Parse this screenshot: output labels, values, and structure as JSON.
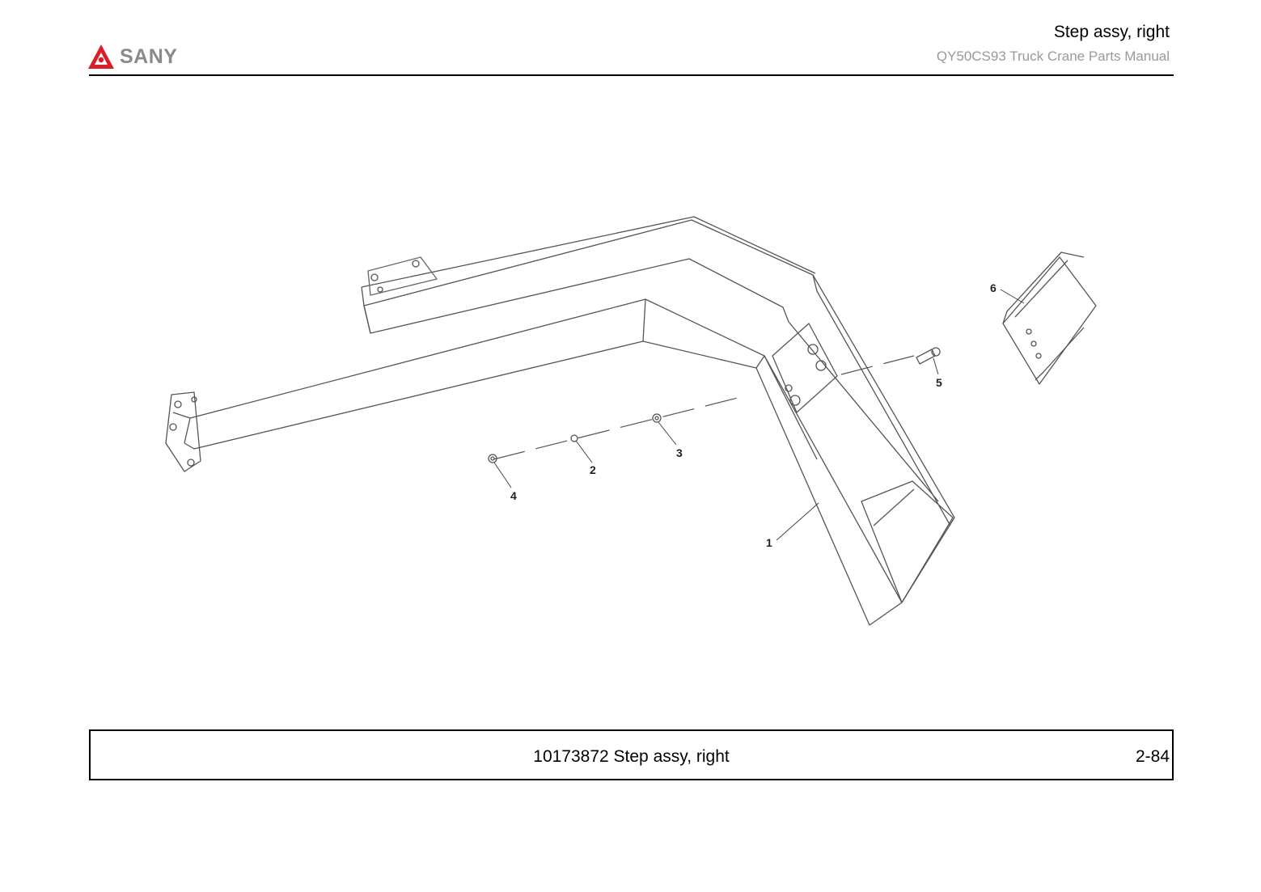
{
  "header": {
    "brand": "SANY",
    "title": "Step assy, right",
    "subtitle": "QY50CS93 Truck Crane  Parts Manual"
  },
  "drawing": {
    "callouts": [
      "1",
      "2",
      "3",
      "4",
      "5",
      "6"
    ]
  },
  "footer": {
    "caption": "10173872 Step assy, right",
    "page": "2-84"
  },
  "colors": {
    "brand_red": "#d81e26",
    "line": "#555555"
  }
}
